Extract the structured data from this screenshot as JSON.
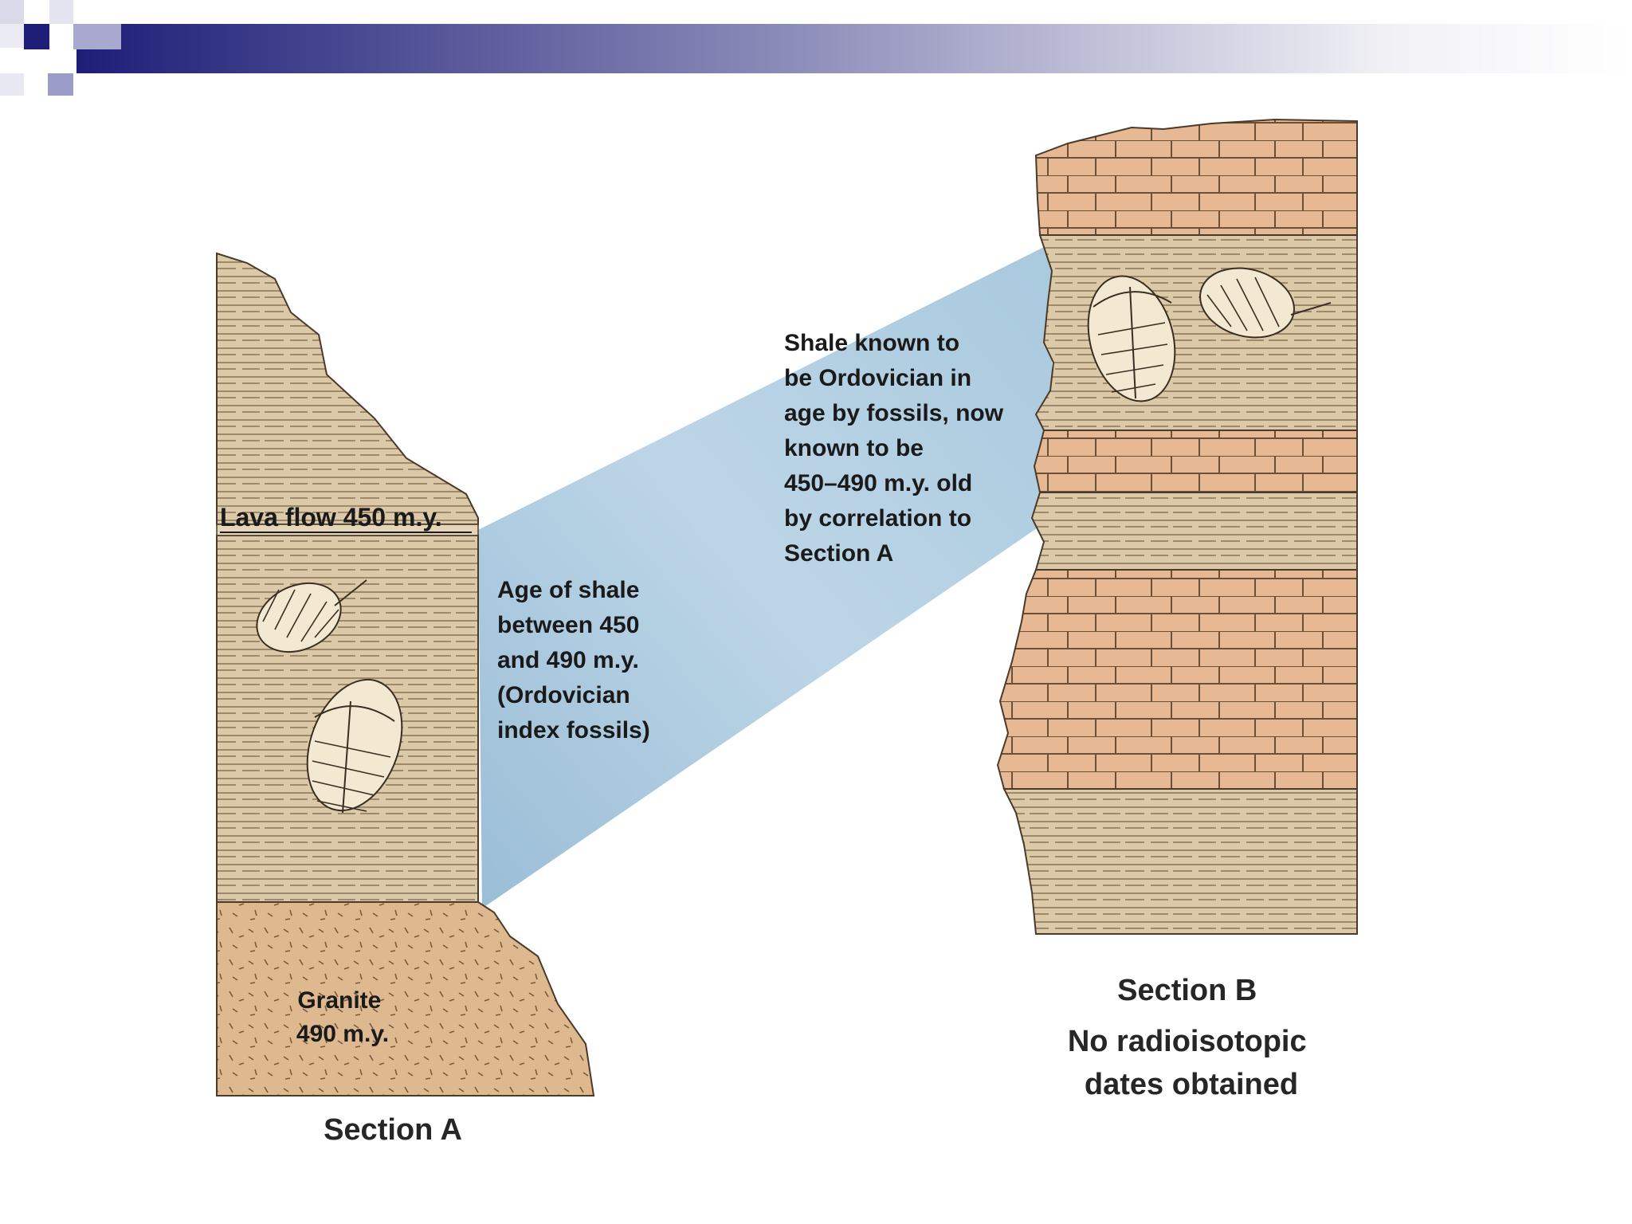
{
  "diagram": {
    "section_a": {
      "caption": "Section A",
      "lava_flow_label": "Lava flow 450 m.y.",
      "granite_label": [
        "Granite",
        "490 m.y."
      ]
    },
    "section_b": {
      "caption": [
        "Section B",
        "No radioisotopic",
        "dates obtained"
      ]
    },
    "correlation": {
      "age_note": [
        "Age of shale",
        "between 450",
        "and 490 m.y.",
        "(Ordovician",
        "index fossils)"
      ],
      "shale_note": [
        "Shale known to",
        "be Ordovician in",
        "age by fossils, now",
        "known to be",
        "450–490 m.y. old",
        "by correlation to",
        "Section A"
      ]
    }
  },
  "colors": {
    "banner_dark": "#1e1e78",
    "banner_light": "#ffffff",
    "shale": "#dcc9a8",
    "limestone": "#e6b894",
    "granite": "#deb88e",
    "correlation_band": "#9fc3da",
    "ink": "#4a3a2a"
  }
}
